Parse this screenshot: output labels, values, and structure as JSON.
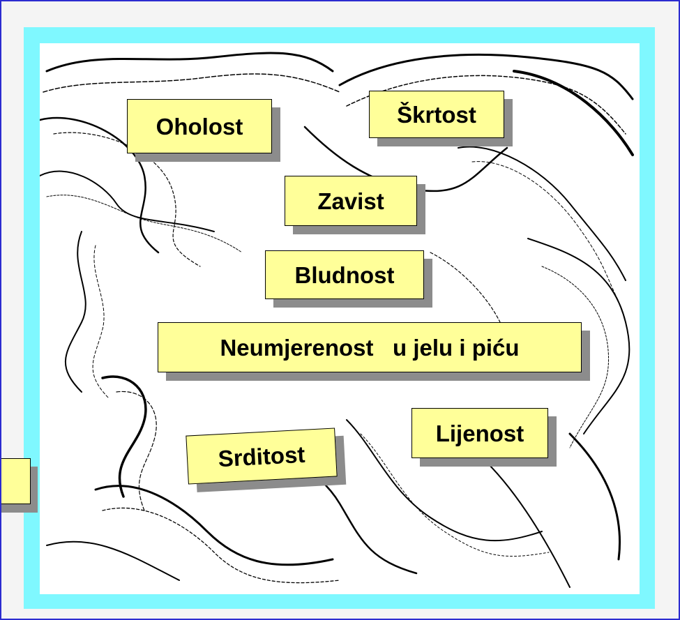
{
  "labels": {
    "oholost": "Oholost",
    "skrtost": "Škrtost",
    "zavist": "Zavist",
    "bludnost": "Bludnost",
    "neumjerenost": "Neumjerenost   u jelu i piću",
    "srditost": "Srditost",
    "lijenost": "Lijenost"
  },
  "colors": {
    "slide_border": "#2b2bd0",
    "frame": "#7ff8ff",
    "label_fill": "#ffff99",
    "label_shadow": "#8c8c8c"
  }
}
